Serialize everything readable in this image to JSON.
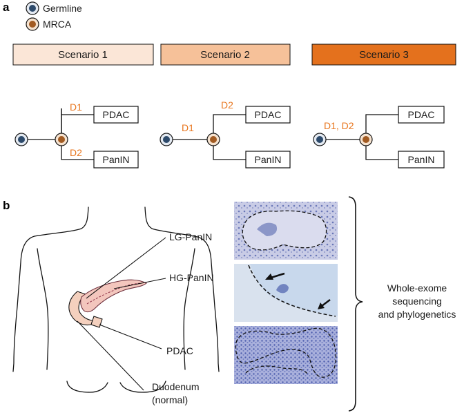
{
  "panel_a": {
    "label": "a",
    "legend": {
      "germline": {
        "label": "Germline",
        "color": "#2d4a6b"
      },
      "mrca": {
        "label": "MRCA",
        "color": "#a25b22"
      }
    },
    "scenarios": [
      {
        "title": "Scenario 1",
        "fill": "#fbe6d7",
        "upper_label": "D1",
        "lower_label": "D2",
        "stem_label": "",
        "top_leaf": "PDAC",
        "bottom_leaf": "PanIN"
      },
      {
        "title": "Scenario 2",
        "fill": "#f6c199",
        "upper_label": "D2",
        "lower_label": "",
        "stem_label": "D1",
        "top_leaf": "PDAC",
        "bottom_leaf": "PanIN"
      },
      {
        "title": "Scenario 3",
        "fill": "#e4711d",
        "upper_label": "",
        "lower_label": "",
        "stem_label": "D1, D2",
        "top_leaf": "PDAC",
        "bottom_leaf": "PanIN"
      }
    ],
    "accent_color": "#e8761e"
  },
  "panel_b": {
    "label": "b",
    "callouts": {
      "lg": "LG-PanIN",
      "hg": "HG-PanIN",
      "pdac": "PDAC",
      "duodenum_line1": "Duodenum",
      "duodenum_line2": "(normal)"
    },
    "bracket_label": [
      "Whole-exome",
      "sequencing",
      "and phylogenetics"
    ],
    "histology_color": "#5b6fb5"
  }
}
